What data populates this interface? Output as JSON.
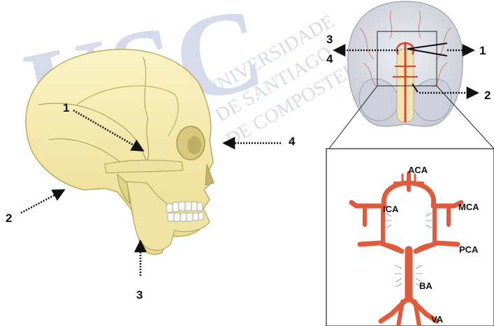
{
  "watermark": {
    "letters": "USC",
    "lines": [
      "UNIVERSIDADE",
      "DE SANTIAGO",
      "DE COMPOSTELA"
    ]
  },
  "skull": {
    "labels": [
      "1",
      "2",
      "3",
      "4"
    ]
  },
  "brain": {
    "labels": [
      "3",
      "4",
      "1",
      "2"
    ]
  },
  "circle_of_willis": {
    "labels": {
      "aca": "ACA",
      "ica": "ICA",
      "mca": "MCA",
      "pca": "PCA",
      "ba": "BA",
      "va": "VA"
    }
  },
  "colors": {
    "bone": "#f3e7a8",
    "artery": "#e05a3c",
    "brain": "#d9dbe3",
    "watermark": "#c9d0e6"
  }
}
